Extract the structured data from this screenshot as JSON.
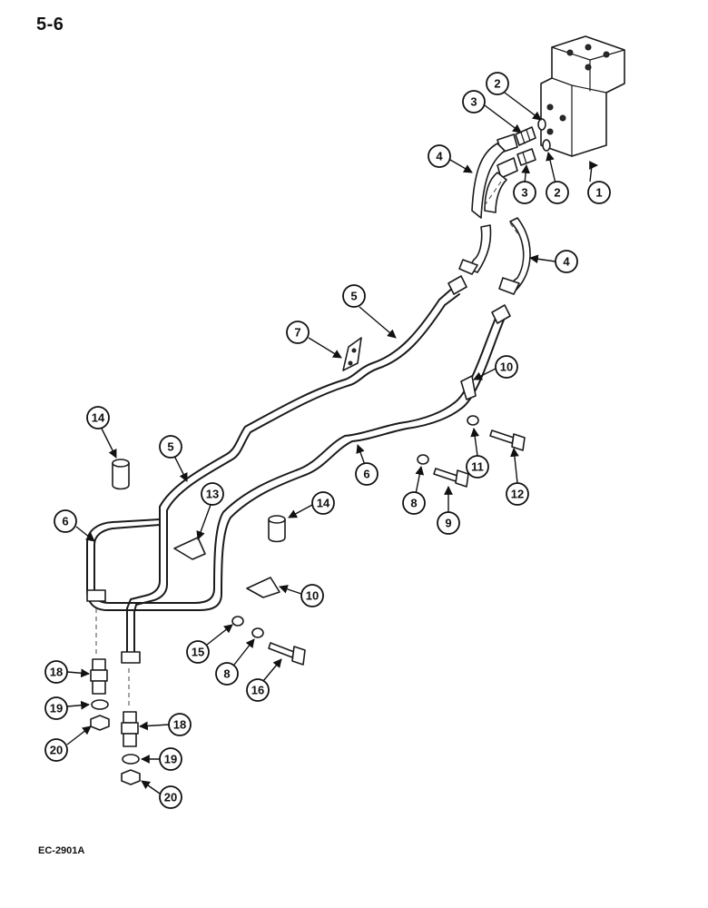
{
  "page_number": "5-6",
  "drawing_code": "EC-2901A",
  "callouts": [
    "1",
    "2",
    "2",
    "3",
    "3",
    "4",
    "4",
    "5",
    "5",
    "6",
    "6",
    "7",
    "8",
    "8",
    "9",
    "10",
    "10",
    "11",
    "12",
    "13",
    "14",
    "14",
    "15",
    "16",
    "18",
    "18",
    "19",
    "19",
    "20",
    "20"
  ]
}
